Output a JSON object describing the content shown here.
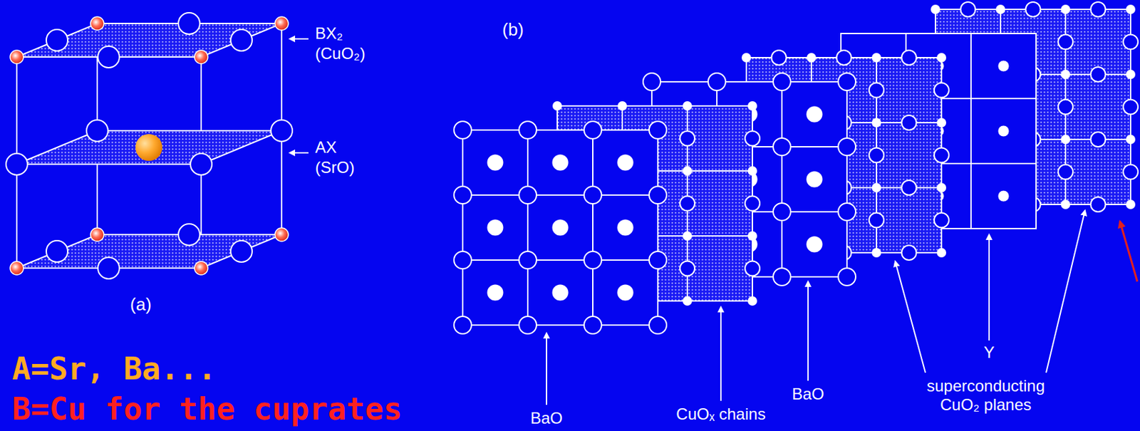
{
  "diagram": {
    "labels": [
      "BX₂",
      "(CuO₂)",
      "AX",
      "(SrO)",
      "(a)",
      "A=Sr, Ba...",
      "B=Cu for the cuprates",
      "(b)",
      "BaO",
      "CuOₓ chains",
      "BaO",
      "superconducting CuO₂ planes",
      "Y"
    ]
  }
}
